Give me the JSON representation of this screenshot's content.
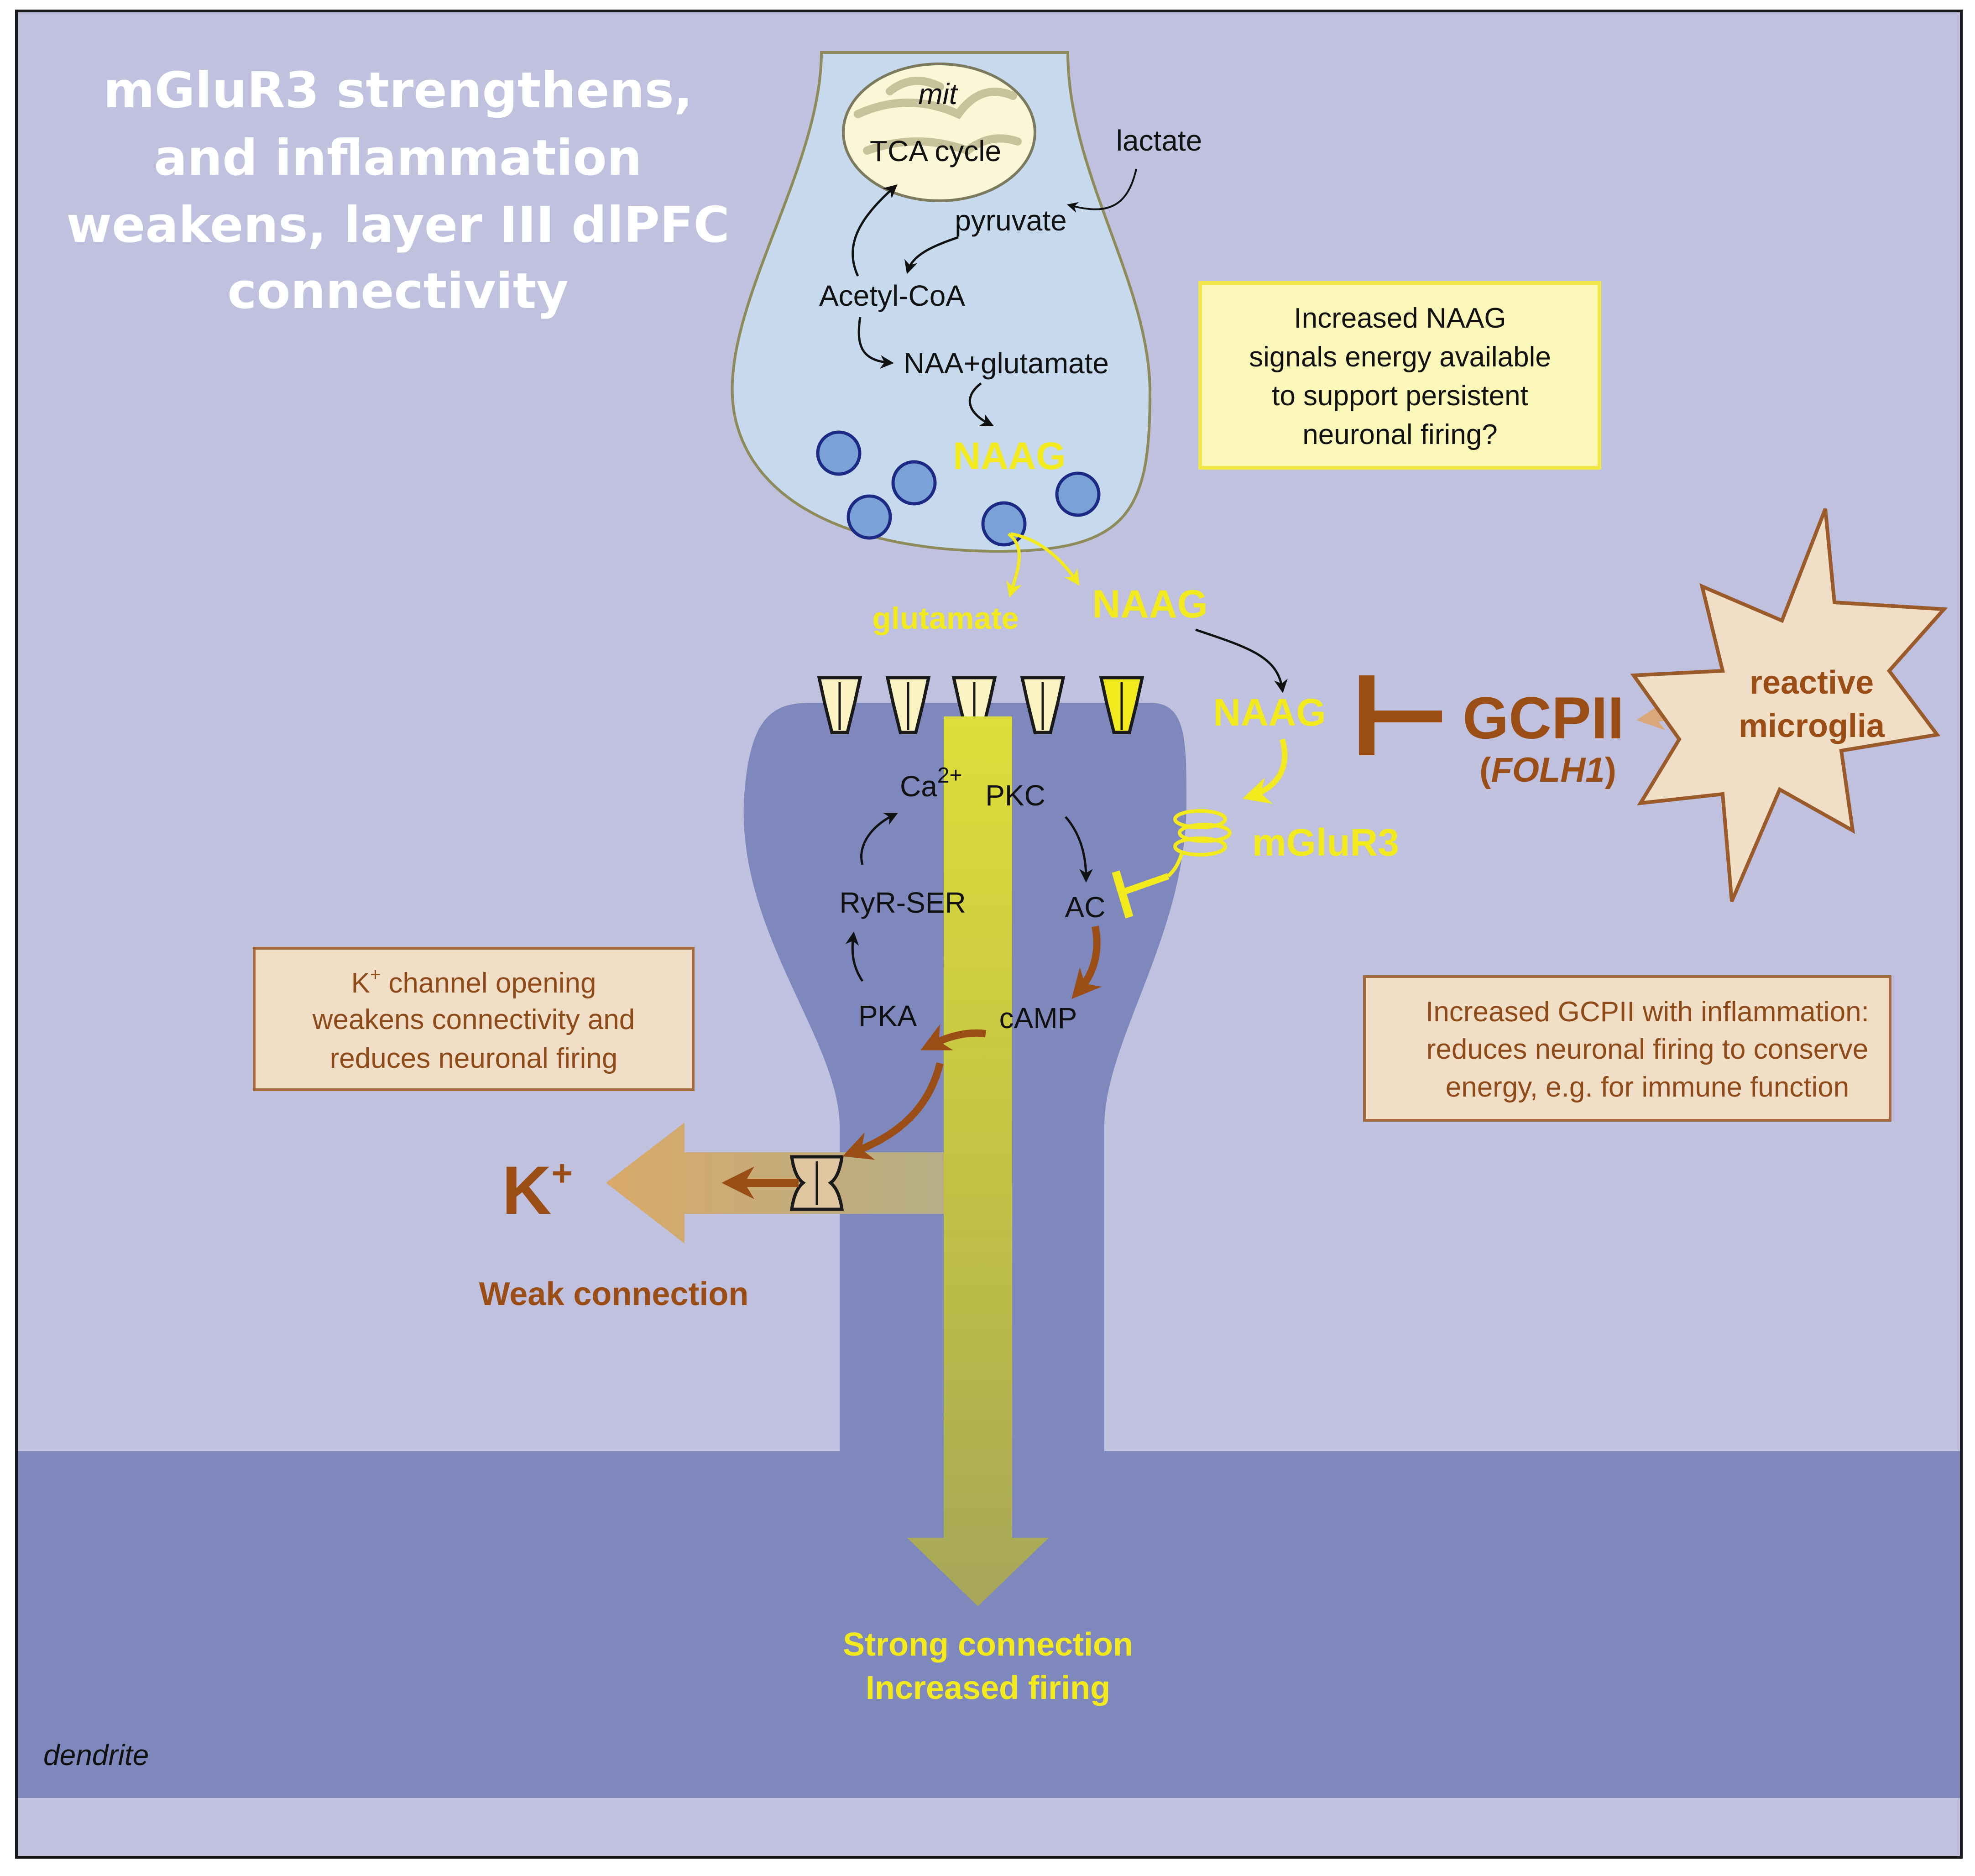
{
  "title": {
    "lines": [
      "mGluR3 strengthens,",
      "and inflammation",
      "weakens, layer III dlPFC",
      "connectivity"
    ]
  },
  "presynaptic": {
    "mit": "mit",
    "tca_cycle": "TCA cycle",
    "lactate": "lactate",
    "pyruvate": "pyruvate",
    "acetyl_coa": "Acetyl-CoA",
    "naa_glutamate": "NAA+glutamate",
    "naag": "NAAG"
  },
  "cleft": {
    "glutamate": "glutamate",
    "naag_released": "NAAG",
    "naag_near_receptor": "NAAG"
  },
  "spine": {
    "ca": "Ca",
    "ca_superscript": "2+",
    "pkc": "PKC",
    "ac": "AC",
    "camp": "cAMP",
    "pka": "PKA",
    "ryr_ser": "RyR-SER"
  },
  "receptor": {
    "mglur3": "mGluR3"
  },
  "gcpii": {
    "name": "GCPII",
    "gene_open": "(",
    "gene": "FOLH1",
    "gene_close": ")"
  },
  "microglia": {
    "line1": "reactive",
    "line2": "microglia"
  },
  "potassium": {
    "symbol": "K",
    "superscript": "+",
    "weak_connection": "Weak connection"
  },
  "strong": {
    "line1": "Strong connection",
    "line2": "Increased firing"
  },
  "dendrite_label": "dendrite",
  "note_naag": {
    "lines": [
      "Increased NAAG",
      "signals energy available",
      "to support persistent",
      "neuronal firing?"
    ]
  },
  "note_k_channel": {
    "k": "K",
    "k_sup": "+",
    "line1_rest": " channel opening",
    "line2": "weakens connectivity and",
    "line3": "reduces neuronal firing"
  },
  "note_gcpii": {
    "lines": [
      "Increased GCPII with inflammation:",
      "reduces neuronal firing to conserve",
      "energy, e.g. for immune function"
    ]
  },
  "colors": {
    "background": "#bfc1de",
    "dendrite": "#7e88bd",
    "presynaptic": "#c7d9ec",
    "yellow": "#f2ea1c",
    "brown": "#9a4e16",
    "box_yellow": "#fbf7b9",
    "box_tan": "#f0dfc6",
    "vesicle": "#7aa2d6"
  }
}
